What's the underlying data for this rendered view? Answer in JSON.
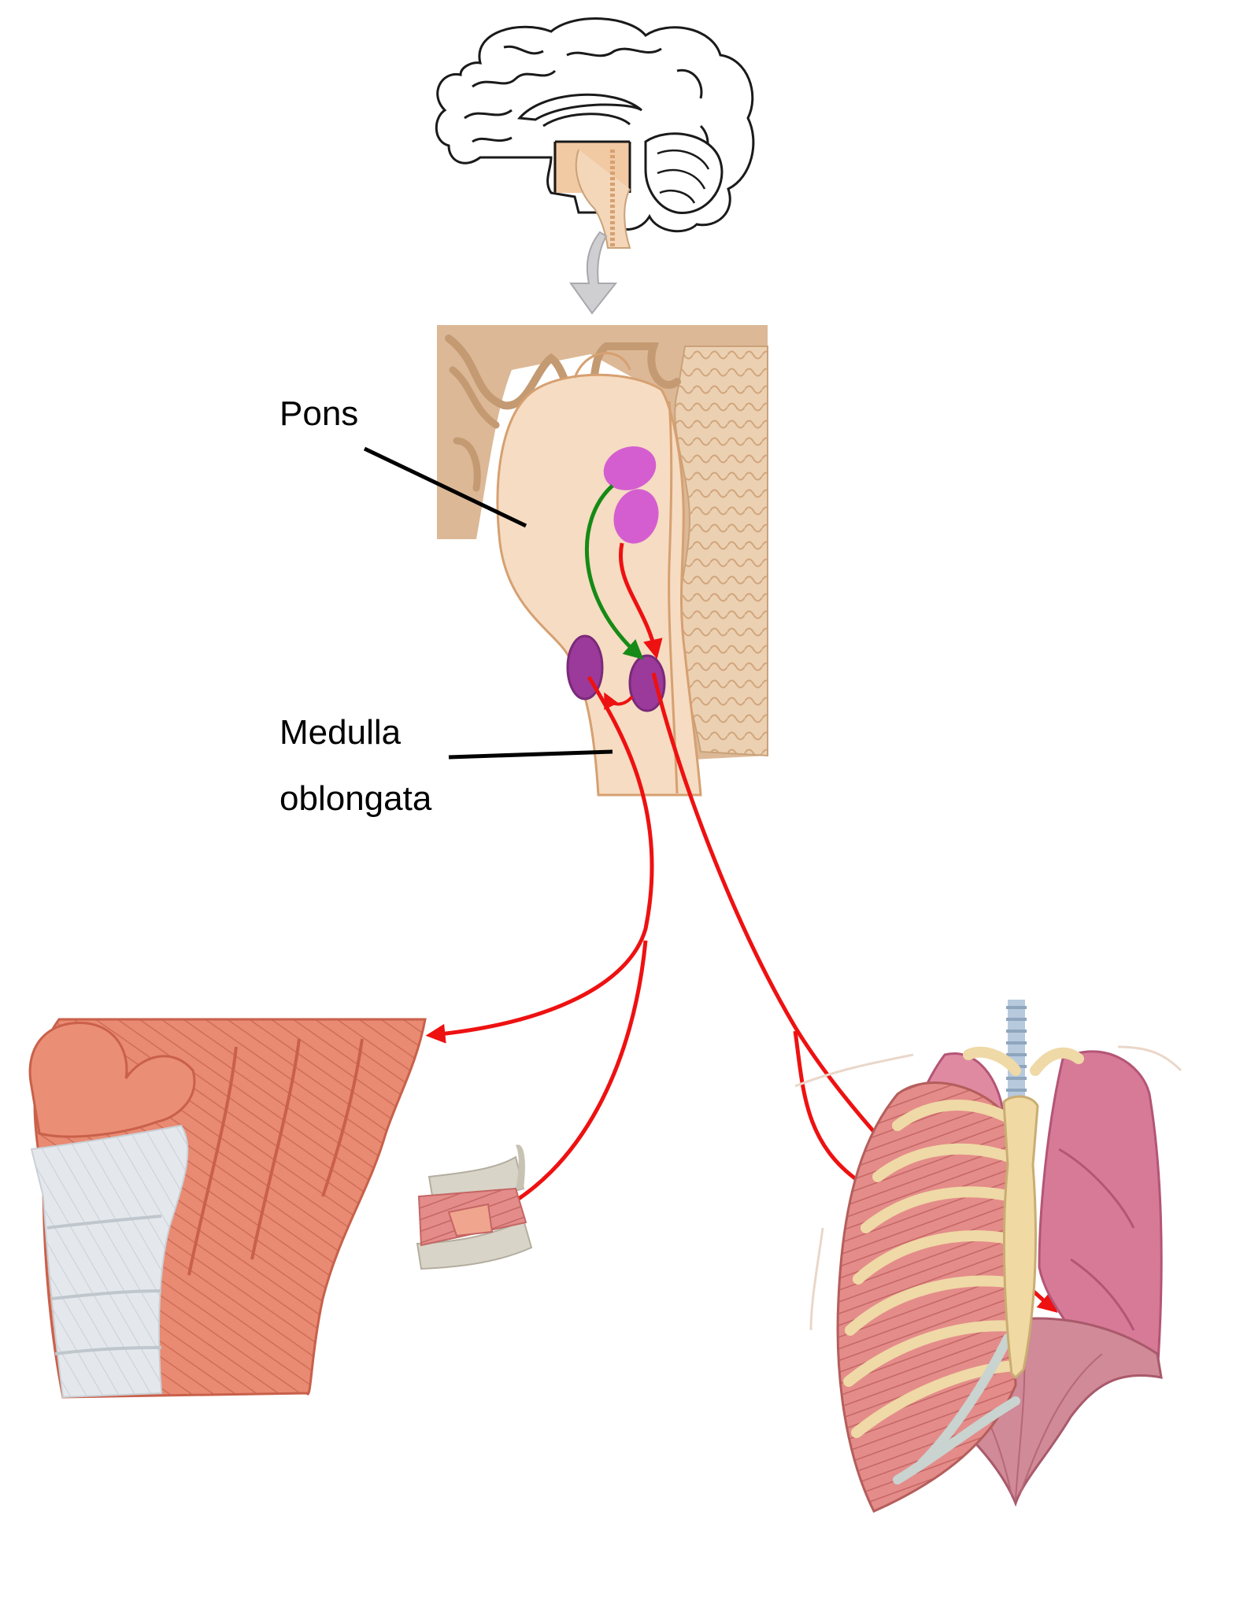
{
  "labels": {
    "pons": "Pons",
    "medulla_line1": "Medulla",
    "medulla_line2": "oblongata"
  },
  "colors": {
    "brain_outline": "#1a1a1a",
    "brainstem_fill": "#f6dcc2",
    "tissue_fill": "#dcb896",
    "tissue_stroke": "#c9a27a",
    "pons_nucleus": "#d45ed0",
    "medulla_nucleus": "#9b3a9a",
    "excitatory_arrow": "#ee1111",
    "inhibitory_arrow": "#168a16",
    "zoom_arrow": "#cfcfd2",
    "muscle": "#e98a72",
    "muscle_dark": "#c9604a",
    "aponeurosis": "#e2e6ea",
    "bone": "#f1d9a3",
    "cartilage": "#c9d3cf",
    "lung": "#d77a98",
    "trachea": "#b7c9dd"
  },
  "icons": {
    "brain": "brain-sagittal-icon",
    "abdominal_muscles": "abdominal-muscles-icon",
    "intercostal_segment": "intercostal-muscle-segment-icon",
    "thorax": "thorax-diaphragm-icon"
  }
}
